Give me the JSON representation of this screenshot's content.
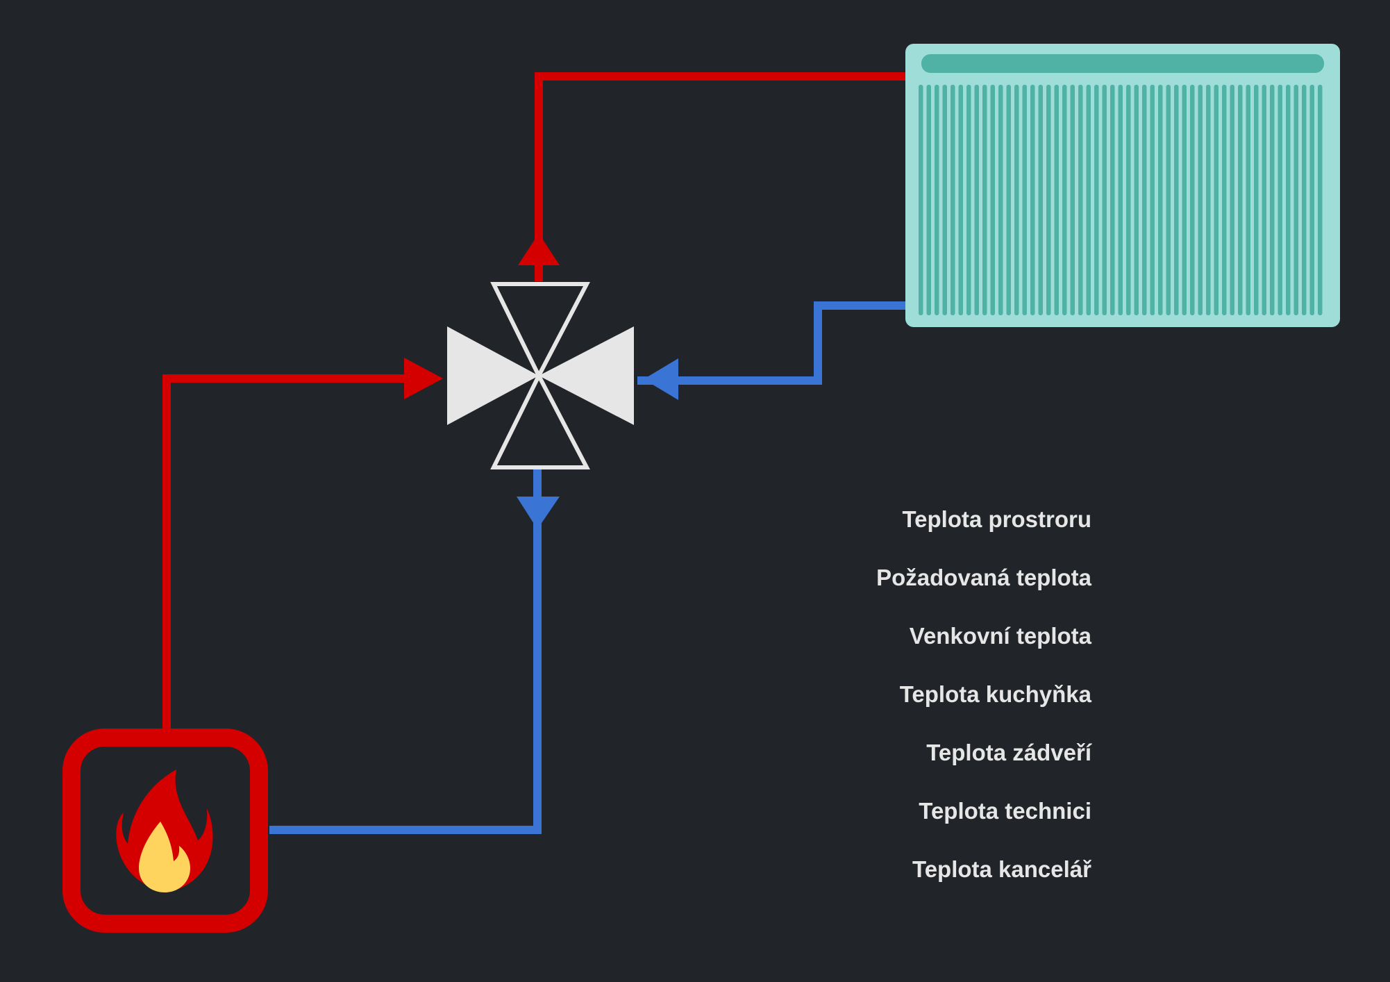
{
  "colors": {
    "background": "#212428",
    "hot_pipe": "#d40000",
    "cold_pipe": "#3a74d4",
    "valve": "#e6e6e6",
    "radiator_body": "#9fded8",
    "radiator_fins": "#4fb2a5",
    "flame_outer": "#d40000",
    "flame_inner": "#ffd45e"
  },
  "icons": {
    "boiler": "fire-icon",
    "valve": "mixing-valve-icon",
    "radiator": "radiator-icon"
  },
  "sensors": [
    {
      "label": "Teplota prostroru"
    },
    {
      "label": "Požadovaná teplota"
    },
    {
      "label": "Venkovní teplota"
    },
    {
      "label": "Teplota kuchyňka"
    },
    {
      "label": "Teplota zádveří"
    },
    {
      "label": "Teplota technici"
    },
    {
      "label": "Teplota kancelář"
    }
  ]
}
